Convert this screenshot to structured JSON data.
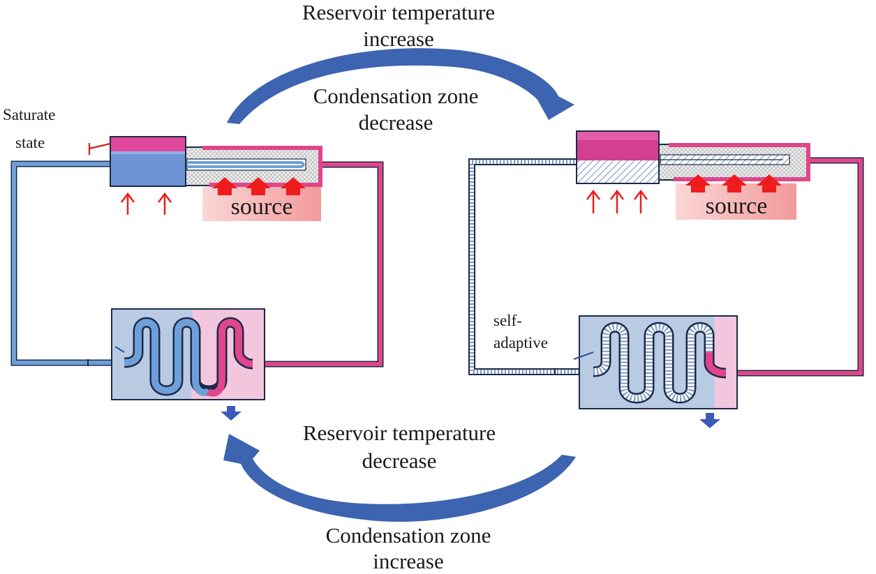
{
  "captions": {
    "top_line1": "Reservoir temperature",
    "top_line2": "increase",
    "mid_top_line1": "Condensation zone",
    "mid_top_line2": "decrease",
    "mid_bottom_line1": "Reservoir temperature",
    "mid_bottom_line2": "decrease",
    "bottom_line1": "Condensation zone",
    "bottom_line2": "increase"
  },
  "left_loop": {
    "label_line1": "Saturate",
    "label_line2": "state",
    "source_label": "source"
  },
  "right_loop": {
    "label_line1": "self-",
    "label_line2": "adaptive",
    "source_label": "source"
  },
  "colors": {
    "cold_pipe": "#6f9fd8",
    "hot_pipe": "#e0468a",
    "pipe_outline": "#1b2a4a",
    "reservoir_pink": "#e0469a",
    "reservoir_blue": "#6e94d6",
    "condenser_fill": "#b9cbe3",
    "condenser_pink": "#f2c6dc",
    "source_fill": "#f6a9a9",
    "heat_arrow": "#ee1c1c",
    "cycle_arrow": "#3d64b0",
    "out_arrow": "#3a5cb8"
  }
}
